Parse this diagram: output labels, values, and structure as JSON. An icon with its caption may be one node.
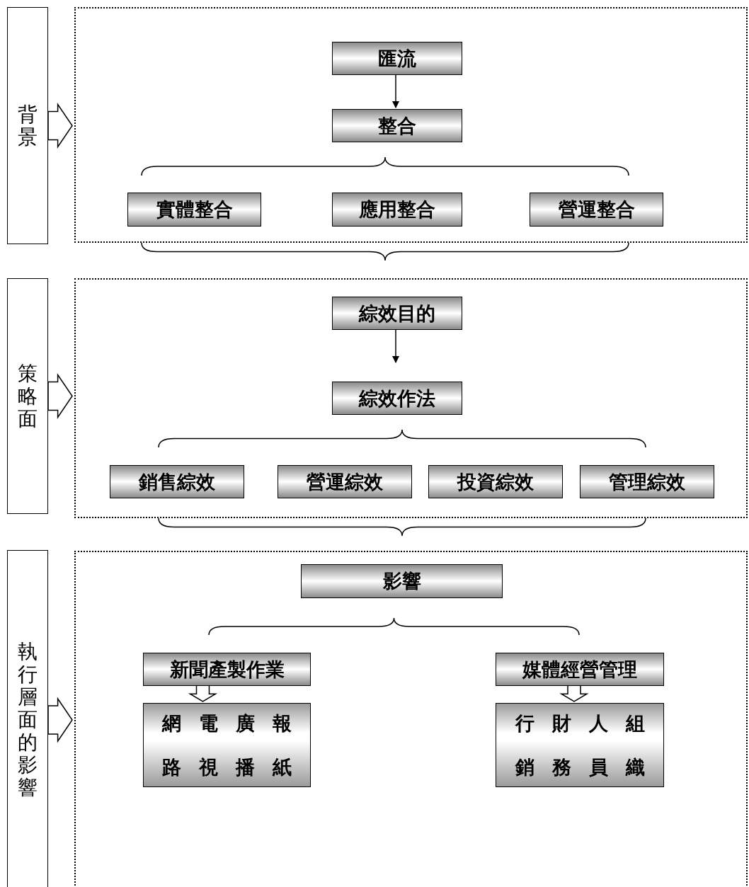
{
  "diagram": {
    "nodes": [
      {
        "text": [
          "背景"
        ]
      },
      {
        "text": [],
        "shape": "box"
      },
      {
        "text": [
          "匯流"
        ],
        "in": 1
      },
      {
        "text": [
          "整合"
        ],
        "in": 1
      },
      {
        "text": [
          "實體整合"
        ],
        "in": 1
      },
      {
        "text": [
          "應用整合"
        ],
        "in": 1
      },
      {
        "text": [
          "營運整合"
        ],
        "in": 1
      },
      {
        "text": [
          "策略面"
        ]
      },
      {
        "text": [],
        "shape": "box"
      },
      {
        "text": [
          "綜效目的"
        ],
        "in": 8
      },
      {
        "text": [
          "綜效作法"
        ],
        "in": 8
      },
      {
        "text": [
          "銷售綜效"
        ],
        "in": 8
      },
      {
        "text": [
          "營運綜效"
        ],
        "in": 8
      },
      {
        "text": [
          "投資綜效"
        ],
        "in": 8
      },
      {
        "text": [
          "管理綜效"
        ],
        "in": 8
      },
      {
        "text": [
          "執行層面的影響"
        ]
      },
      {
        "text": [],
        "shape": "box"
      },
      {
        "text": [
          "影響"
        ],
        "in": 16
      },
      {
        "text": [
          "新聞產製作業"
        ],
        "in": 16
      },
      {
        "text": [
          "網路",
          "電視",
          "廣播",
          "報紙"
        ],
        "in": 16
      },
      {
        "text": [
          "媒體經營管理"
        ],
        "in": 16
      },
      {
        "text": [
          "行銷",
          "財務",
          "人員",
          "組織"
        ],
        "in": 16
      }
    ],
    "edges": [
      {
        "from": 0,
        "to": 1,
        "arrow": "to",
        "style": "thick"
      },
      {
        "from": 2,
        "to": 3,
        "arrow": "to"
      },
      {
        "from": 7,
        "to": 8,
        "arrow": "to",
        "style": "thick"
      },
      {
        "from": 9,
        "to": 10,
        "arrow": "to"
      },
      {
        "from": 15,
        "to": 16,
        "arrow": "to",
        "style": "thick"
      },
      {
        "from": 18,
        "to": 19,
        "arrow": "to",
        "style": "thick"
      },
      {
        "from": 20,
        "to": 21,
        "arrow": "to",
        "style": "thick"
      }
    ]
  }
}
